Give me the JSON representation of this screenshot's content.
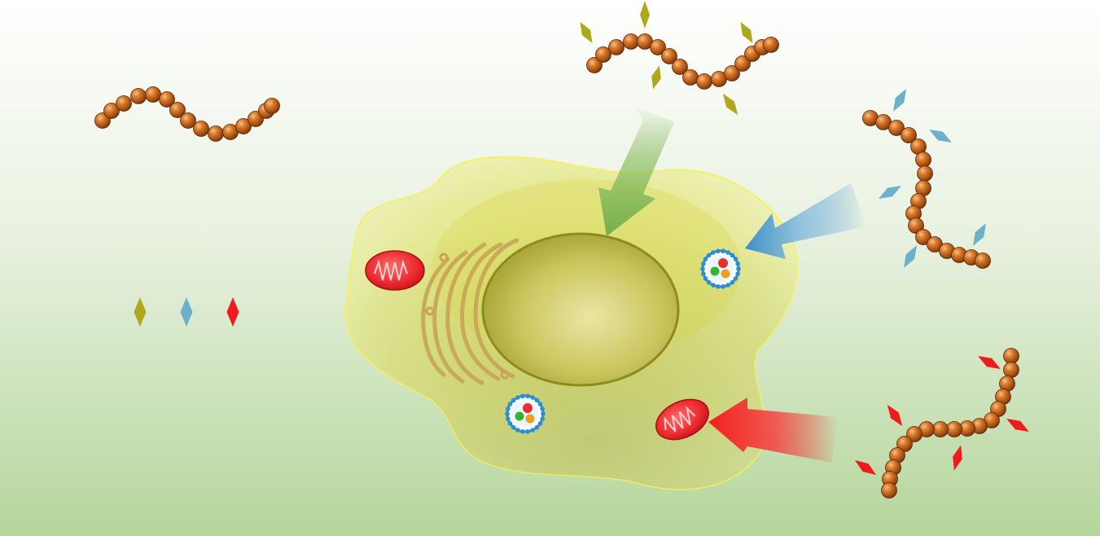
{
  "colors": {
    "bg_top": "#ffffff",
    "bg_bottom": "#b5d69b",
    "bead_light": "#f2a45c",
    "bead_mid": "#c8661d",
    "bead_dark": "#6e2f08",
    "ligand_olive": "#b0a81c",
    "ligand_blue": "#6cb0cc",
    "ligand_red": "#ee1c1c",
    "cell_fill": "#e9ea7c",
    "cell_edge": "#f4f06a",
    "nucleus": "#c8c455",
    "nucleus_edge": "#8d8b20",
    "golgi": "#c9a457",
    "mitochondria": "#e8262b",
    "arrow_green": "#76ad4c",
    "arrow_blue": "#4d9cd1",
    "arrow_red": "#f31f1f",
    "vesicle_blue": "#2b8fd1"
  },
  "legend": {
    "ligands": [
      {
        "icon": "olive-diamond-icon",
        "color": "#b0a81c"
      },
      {
        "icon": "blue-diamond-icon",
        "color": "#6cb0cc"
      },
      {
        "icon": "red-diamond-icon",
        "color": "#ee1c1c"
      }
    ]
  },
  "polymers": [
    {
      "name": "bare-polymer",
      "ligand": "none"
    },
    {
      "name": "olive-ligand-polymer",
      "ligand": "olive",
      "target": "nucleus"
    },
    {
      "name": "blue-ligand-polymer",
      "ligand": "blue",
      "target": "endosome"
    },
    {
      "name": "red-ligand-polymer",
      "ligand": "red",
      "target": "mitochondria"
    }
  ],
  "cell": {
    "organelles": [
      "nucleus",
      "golgi-apparatus",
      "mitochondrion",
      "mitochondrion",
      "endosome",
      "endosome"
    ]
  }
}
